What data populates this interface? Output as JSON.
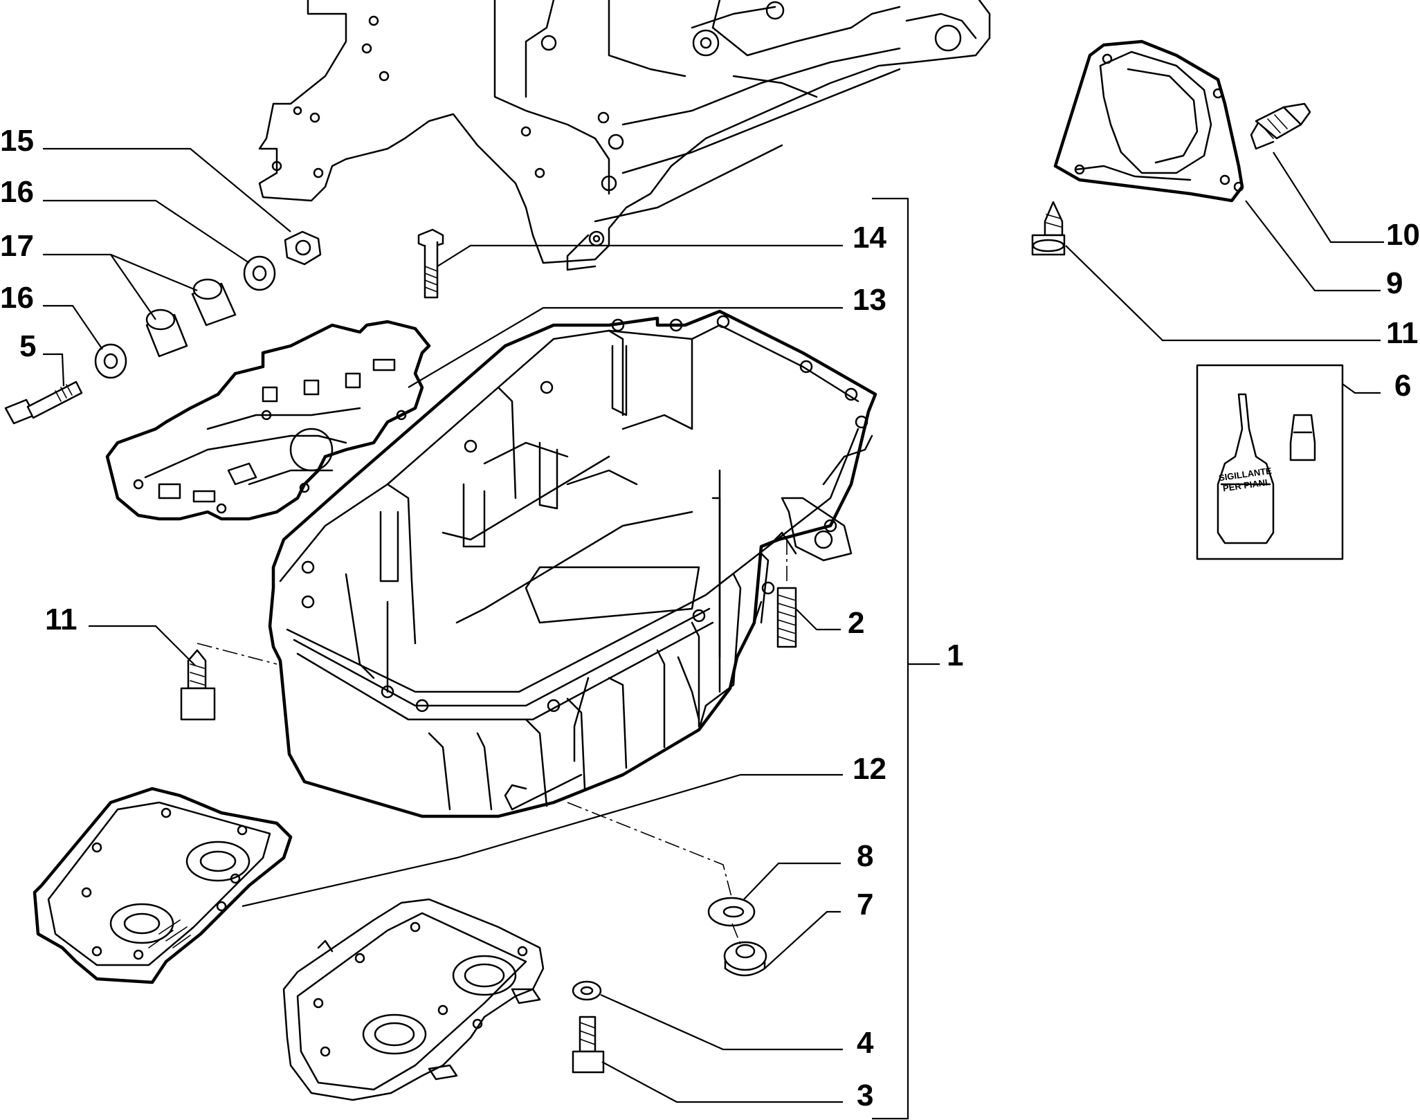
{
  "callouts": {
    "c1": "1",
    "c2": "2",
    "c3": "3",
    "c4": "4",
    "c5": "5",
    "c6": "6",
    "c7": "7",
    "c8": "8",
    "c9": "9",
    "c10": "10",
    "c11_left": "11",
    "c11_right": "11",
    "c12": "12",
    "c13": "13",
    "c14": "14",
    "c15": "15",
    "c16_top": "16",
    "c16_bottom": "16",
    "c17": "17"
  },
  "sealant": {
    "line1": "SIGILLANTE",
    "line2": "PER PIANI"
  }
}
